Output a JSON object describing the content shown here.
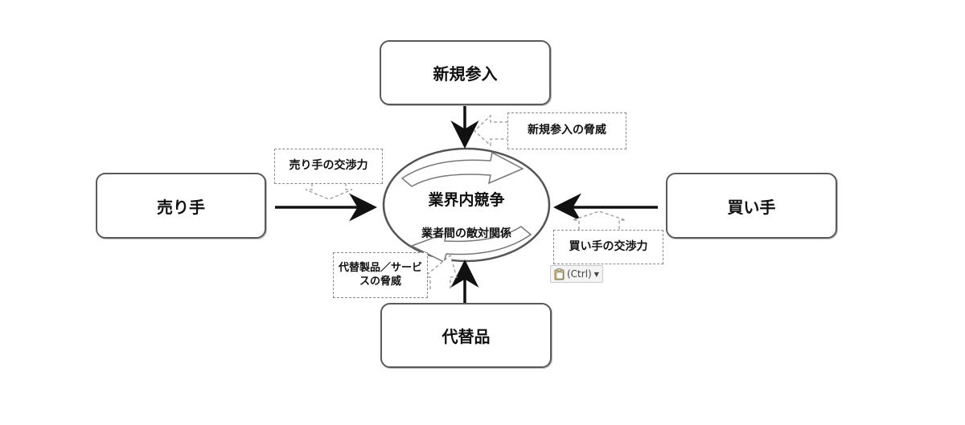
{
  "diagram": {
    "center": {
      "title": "業界内競争",
      "subtitle": "業者間の敵対関係"
    },
    "boxes": {
      "top": "新規参入",
      "left": "売り手",
      "right": "買い手",
      "bottom": "代替品"
    },
    "notes": {
      "top": "新規参入の脅威",
      "left": "売り手の交渉力",
      "right": "買い手の交渉力",
      "bottom": "代替製品／サービスの脅威"
    },
    "paste_options": {
      "label": "(Ctrl)",
      "icon": "clipboard-icon"
    }
  }
}
